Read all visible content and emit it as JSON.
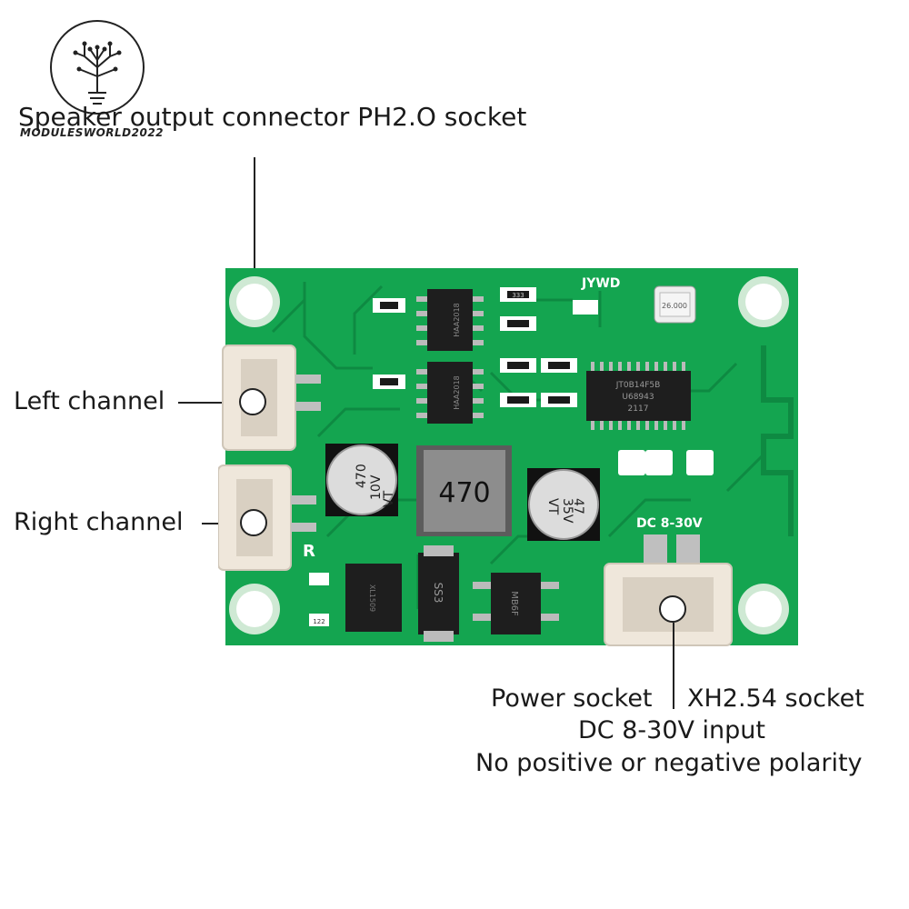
{
  "brand": {
    "watermark": "MODULESWORLD2022"
  },
  "callouts": {
    "speaker_output": "Speaker output connector PH2.O socket",
    "left_channel": "Left channel",
    "right_channel": "Right channel",
    "power_line1_a": "Power socket",
    "power_line1_b": "XH2.54 socket",
    "power_line2": "DC 8-30V input",
    "power_line3": "No positive or negative polarity"
  },
  "board": {
    "silkscreen_brand": "JYWD",
    "silkscreen_power": "DC 8-30V",
    "silkscreen_r": "R",
    "inductor": "470",
    "cap_left_line1": "470",
    "cap_left_line2": "10V",
    "cap_left_line3": "VT",
    "cap_right_line1": "47",
    "cap_right_line2": "35V",
    "cap_right_line3": "VT",
    "chip_main_line1": "JT0B14F5B",
    "chip_main_line2": "U68943",
    "chip_main_line3": "2117",
    "amp_chip": "HAA2018",
    "crystal": "26.000",
    "diode": "SS3",
    "regulator": "XL1509",
    "bridge": "MB6F",
    "resistor_a": "333",
    "resistor_b": "122",
    "colors": {
      "pcb": "#14a550",
      "pcb_dark": "#0e8a42",
      "socket": "#efe7db",
      "chip": "#1e1e1e"
    }
  }
}
